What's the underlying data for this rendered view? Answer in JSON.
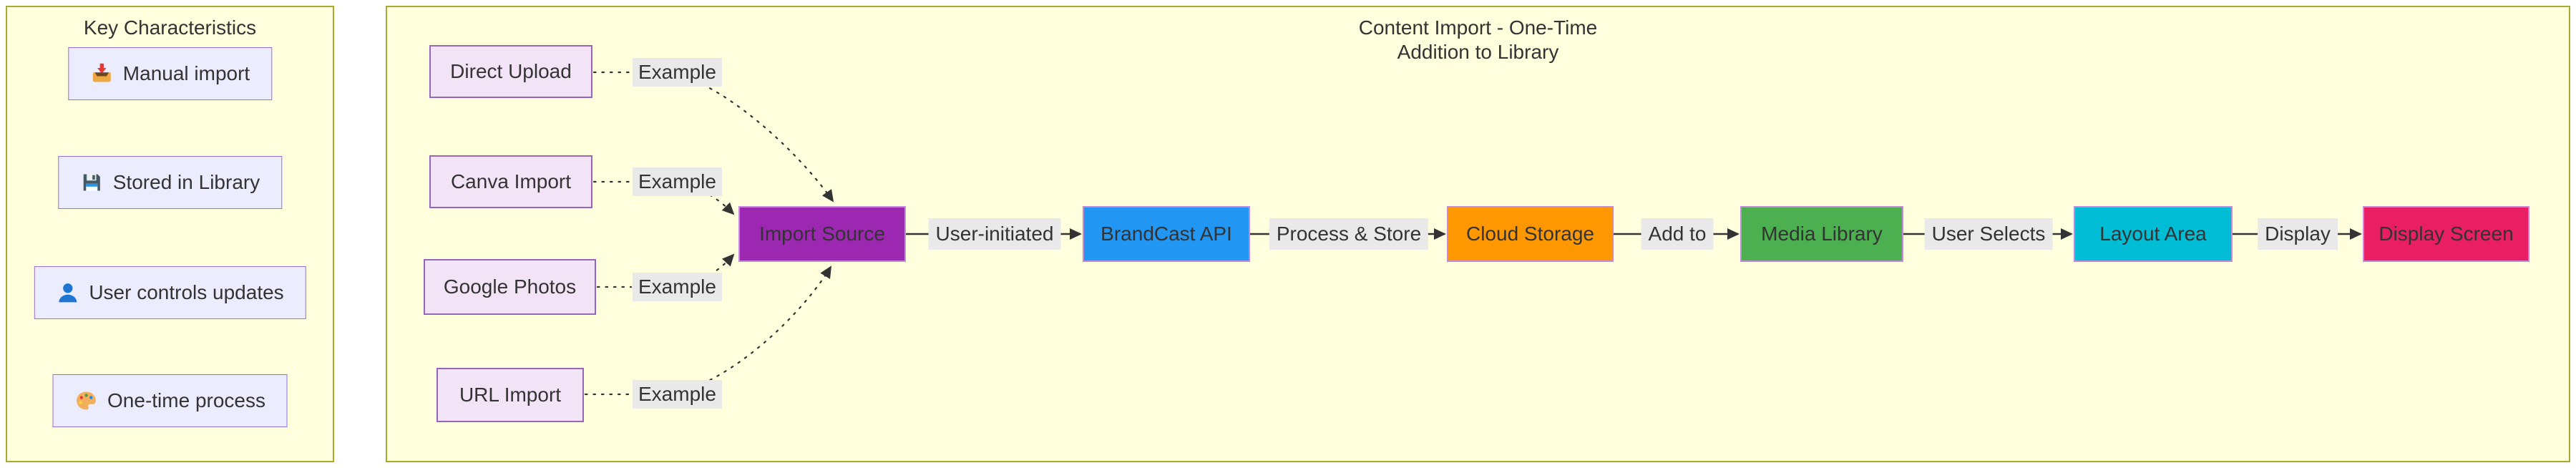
{
  "canvas": {
    "background": "#FFFFFF"
  },
  "left_panel": {
    "title": "Key Characteristics",
    "background": "#FFFFDE",
    "border_color": "#AAAA33",
    "item_background": "#ECECFF",
    "item_border_color": "#9370DB",
    "items": [
      {
        "icon": "inbox-tray-icon",
        "label": "Manual import"
      },
      {
        "icon": "floppy-disk-icon",
        "label": "Stored in Library"
      },
      {
        "icon": "person-icon",
        "label": "User controls updates"
      },
      {
        "icon": "palette-icon",
        "label": "One-time process"
      }
    ]
  },
  "right_panel": {
    "title_line1": "Content Import - One-Time",
    "title_line2": "Addition to Library",
    "background": "#FFFFDE",
    "border_color": "#AAAA33"
  },
  "sources": [
    {
      "label": "Direct Upload",
      "example": "Example"
    },
    {
      "label": "Canva Import",
      "example": "Example"
    },
    {
      "label": "Google Photos",
      "example": "Example"
    },
    {
      "label": "URL Import",
      "example": "Example"
    }
  ],
  "source_style": {
    "background": "#F2E3F7",
    "border_color": "#9467BD"
  },
  "flow": {
    "nodes": [
      {
        "label": "Import Source",
        "color": "#9C27B0"
      },
      {
        "label": "BrandCast API",
        "color": "#2196F3"
      },
      {
        "label": "Cloud Storage",
        "color": "#FF9800"
      },
      {
        "label": "Media Library",
        "color": "#4CAF50"
      },
      {
        "label": "Layout Area",
        "color": "#00BCD4"
      },
      {
        "label": "Display Screen",
        "color": "#E91E63"
      }
    ],
    "node_border_color": "#C18BD9",
    "edge_labels": [
      "User-initiated",
      "Process & Store",
      "Add to",
      "User Selects",
      "Display"
    ],
    "edge_label_background": "#E9E9E9",
    "edge_color": "#333333"
  }
}
